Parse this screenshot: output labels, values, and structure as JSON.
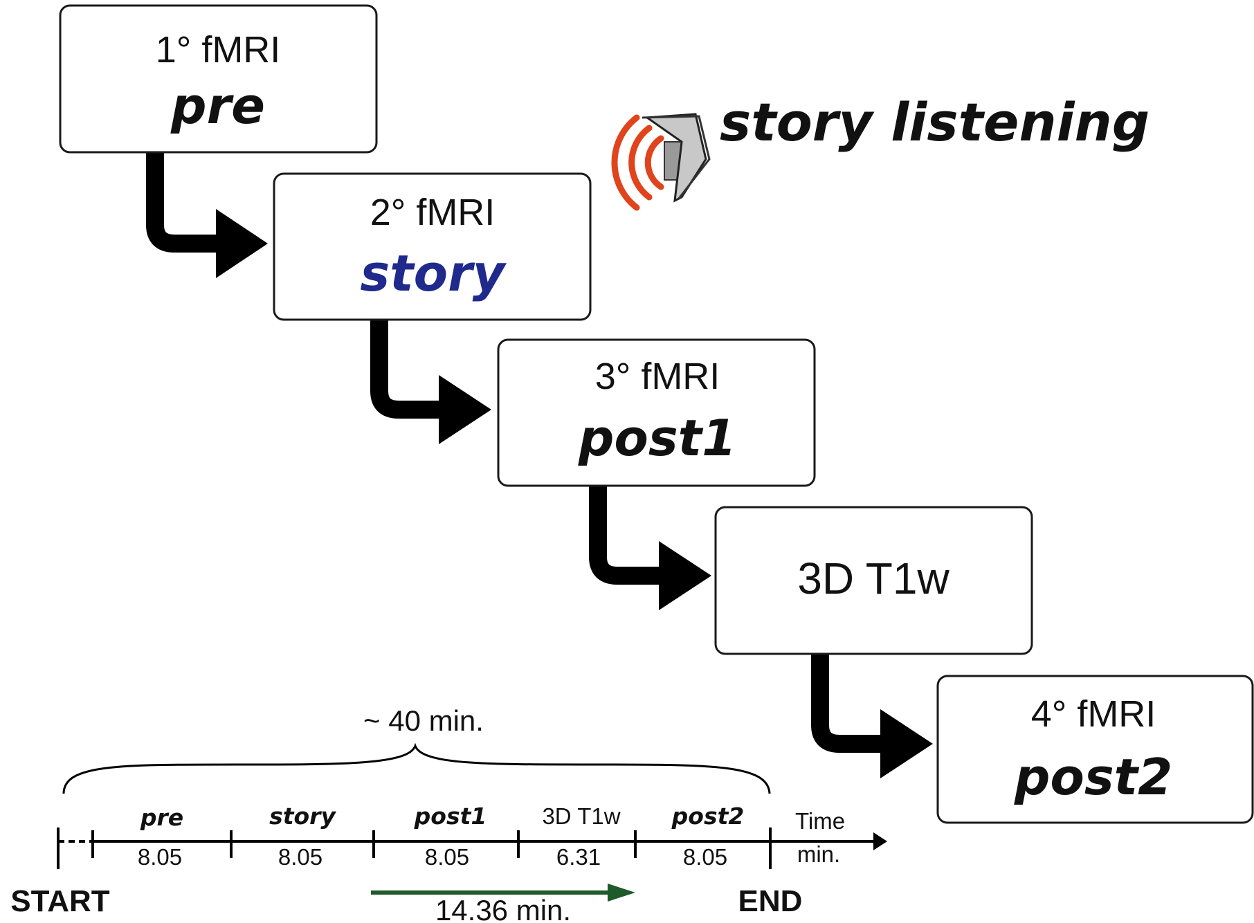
{
  "colors": {
    "story_text": "#1f2a8c",
    "wave": "#e0441c",
    "green_arrow": "#1e5a2a"
  },
  "icon": "speaker-icon",
  "heading": "story listening",
  "steps": [
    {
      "top": "1° fMRI",
      "main": "pre"
    },
    {
      "top": "2° fMRI",
      "main": "story"
    },
    {
      "top": "3° fMRI",
      "main": "post1"
    },
    {
      "top": "",
      "main": "3D T1w"
    },
    {
      "top": "4° fMRI",
      "main": "post2"
    }
  ],
  "timeline": {
    "total_label": "~ 40 min.",
    "segments": [
      {
        "label": "pre",
        "value": "8.05"
      },
      {
        "label": "story",
        "value": "8.05"
      },
      {
        "label": "post1",
        "value": "8.05"
      },
      {
        "label": "3D T1w",
        "value": "6.31"
      },
      {
        "label": "post2",
        "value": "8.05"
      }
    ],
    "axis_label": "Time",
    "axis_unit": "min.",
    "start_label": "START",
    "end_label": "END",
    "interval_label": "14.36 min."
  }
}
